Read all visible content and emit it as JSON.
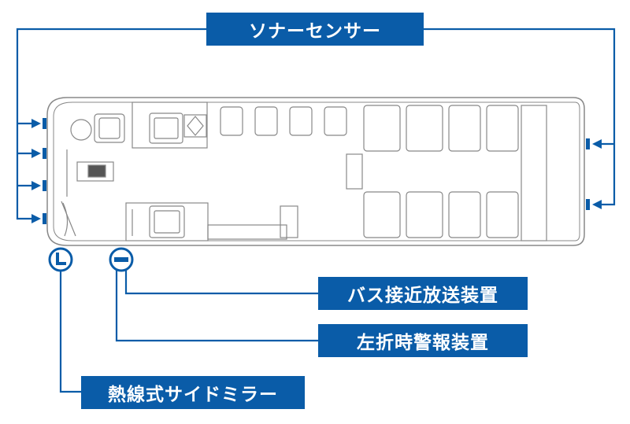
{
  "labels": {
    "sonar_sensor": "ソナーセンサー",
    "bus_approach_device": "バス接近放送装置",
    "left_turn_warning_device": "左折時警報装置",
    "heated_side_mirror": "熱線式サイドミラー"
  },
  "colors": {
    "accent": "#0a5ca8",
    "outline": "#888888",
    "background": "#ffffff"
  },
  "icons": {
    "mirror_marker": "mirror-l-icon",
    "speaker_marker": "minus-circle-icon",
    "sensor_marker": "arrow-right-icon"
  }
}
